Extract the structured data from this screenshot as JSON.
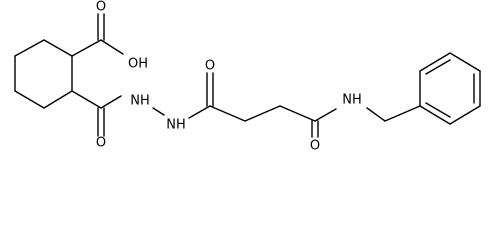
{
  "diagram": {
    "type": "structural-formula",
    "labels": {
      "hydroxyl": "OH",
      "acid_carbonyl_o": "O",
      "amide_carbonyl_o": "O",
      "hydrazide_nh_a": "NH",
      "hydrazide_nh_b": "NH",
      "ketone_o": "O",
      "chain_amide_o": "O",
      "benzyl_nh": "NH"
    },
    "colors": {
      "ink": "#000000",
      "background": "#ffffff"
    }
  }
}
